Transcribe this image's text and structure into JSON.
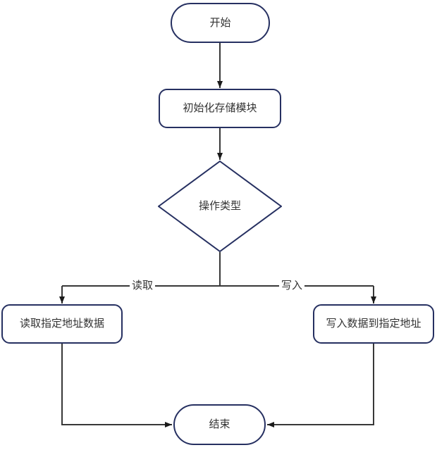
{
  "diagram": {
    "type": "flowchart",
    "nodes": {
      "start": {
        "label": "开始",
        "shape": "terminator"
      },
      "init": {
        "label": "初始化存储模块",
        "shape": "process"
      },
      "decision": {
        "label": "操作类型",
        "shape": "decision"
      },
      "read": {
        "label": "读取指定地址数据",
        "shape": "process"
      },
      "write": {
        "label": "写入数据到指定地址",
        "shape": "process"
      },
      "end": {
        "label": "结束",
        "shape": "terminator"
      }
    },
    "edges": {
      "read_label": "读取",
      "write_label": "写入"
    },
    "colors": {
      "node_border": "#263061",
      "node_fill": "#ffffff",
      "line": "#383838",
      "arrow": "#1a1a1a",
      "text": "#333333",
      "background": "#ffffff"
    }
  }
}
